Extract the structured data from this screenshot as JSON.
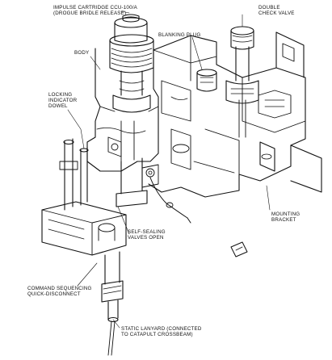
{
  "labels": {
    "impulse_cartridge": {
      "line1": "IMPULSE CARTRIDGE CCU-100/A",
      "line2": "(DROGUE BRIDLE RELEASE)"
    },
    "double_check_valve": {
      "line1": "DOUBLE",
      "line2": "CHECK VALVE"
    },
    "blanking_plug": "BLANKING PLUG",
    "body": "BODY",
    "locking_indicator_dowel": {
      "line1": "LOCKING",
      "line2": "INDICATOR",
      "line3": "DOWEL"
    },
    "mounting_bracket": {
      "line1": "MOUNTING",
      "line2": "BRACKET"
    },
    "self_sealing_valves": {
      "line1": "SELF-SEALING",
      "line2": "VALVES OPEN"
    },
    "command_sequencing": {
      "line1": "COMMAND SEQUENCING",
      "line2": "QUICK-DISCONNECT"
    },
    "static_lanyard": {
      "line1": "STATIC LANYARD (CONNECTED",
      "line2": "TO CATAPULT CROSSBEAM)"
    }
  }
}
